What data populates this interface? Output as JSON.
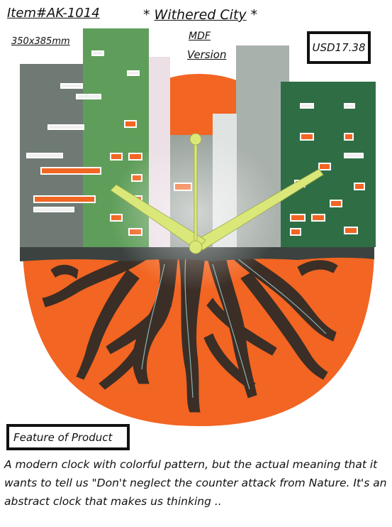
{
  "product": {
    "item_number": "Item#AK-1014",
    "dimensions": "350x385mm",
    "title_prefix": "* ",
    "title": "Withered City",
    "title_suffix": " *",
    "material": "MDF",
    "version": "Version",
    "price": "USD17.38"
  },
  "feature": {
    "heading": "Feature of Product",
    "description": "  A modern clock with colorful pattern, but the actual meaning that it wants to tell us \"Don't neglect the counter attack from Nature.  It's an abstract clock that makes us thinking .."
  },
  "colors": {
    "orange": "#f26522",
    "dark_grey": "#6f7a74",
    "green": "#5f9e5a",
    "dark_green": "#2f6e45",
    "light_grey": "#a9b1ac",
    "pink": "#ecdfe6",
    "roots": "#3a2e26",
    "hands": "#d9e878"
  }
}
